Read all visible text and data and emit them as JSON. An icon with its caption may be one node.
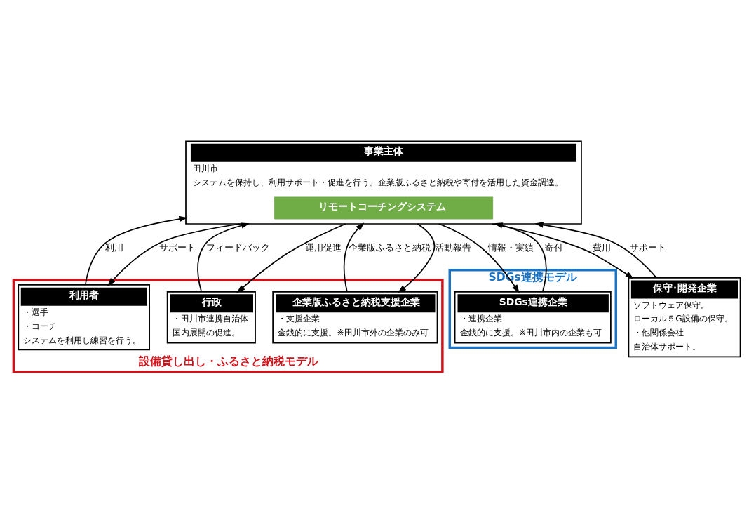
{
  "diagram": {
    "nodes": [
      {
        "text": [
          "設備貸し出し・ふるさと納税モデル"
        ]
      },
      {
        "text": [
          "SDGs連携モデル"
        ]
      },
      {
        "text": [
          "事業主体",
          "田川市",
          "システムを保持し、利用サポート・促進を行う。企業版ふるさと納税や寄付を活用した資金調達。"
        ]
      },
      {
        "text": [
          "リモートコーチングシステム"
        ],
        "in": 2
      },
      {
        "text": [
          "SDGs連携企業",
          "・連携企業",
          "金銭的に支援。※田川市内の企業も可"
        ],
        "in": 1
      },
      {
        "text": [
          "利用者",
          "・選手",
          "・コーチ",
          "システムを利用し練習を行う。"
        ],
        "in": 0
      },
      {
        "text": [
          "行政",
          "・田川市連携自治体",
          "国内展開の促進。"
        ],
        "in": 0
      },
      {
        "text": [
          "企業版ふるさと納税支援企業",
          "・支援企業",
          "金銭的に支援。※田川市外の企業のみ可"
        ],
        "in": 0
      },
      {
        "text": [
          "保守･開発企業",
          "ソフトウェア保守。",
          "ローカル５G設備の保守。",
          "・他関係会社",
          "自治体サポート。"
        ]
      }
    ],
    "edges": [
      {
        "from": 5,
        "to": 2,
        "arrow": "to",
        "label": "利用"
      },
      {
        "from": 2,
        "to": 5,
        "arrow": "to",
        "label": "サポート"
      },
      {
        "from": 6,
        "to": 2,
        "arrow": "to",
        "label": "フィードバック"
      },
      {
        "from": 2,
        "to": 6,
        "arrow": "to",
        "label": "運用促進"
      },
      {
        "from": 7,
        "to": 2,
        "arrow": "to",
        "label": "企業版ふるさと納税"
      },
      {
        "from": 2,
        "to": 7,
        "arrow": "to",
        "label": "活動報告"
      },
      {
        "from": 2,
        "to": 4,
        "arrow": "to",
        "label": "情報・実績"
      },
      {
        "from": 4,
        "to": 2,
        "arrow": "to",
        "label": "寄付"
      },
      {
        "from": 2,
        "to": 8,
        "arrow": "to",
        "label": "費用"
      },
      {
        "from": 8,
        "to": 2,
        "arrow": "to",
        "label": "サポート"
      }
    ]
  }
}
